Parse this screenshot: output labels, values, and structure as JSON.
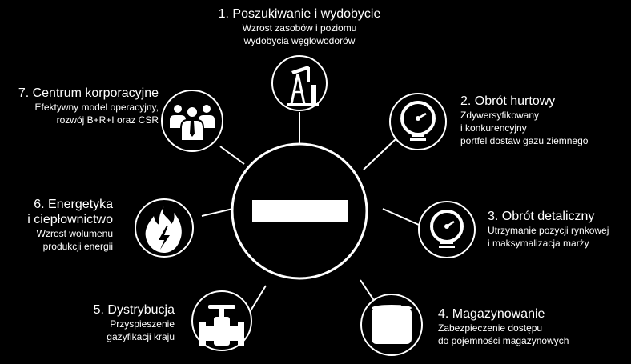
{
  "diagram": {
    "center_label": "",
    "colors": {
      "background": "#000000",
      "foreground": "#ffffff",
      "center_bar": "#ffffff"
    },
    "nodes": [
      {
        "id": "exploration",
        "title": "1. Poszukiwanie i wydobycie",
        "line1": "Wzrost zasobów i poziomu",
        "line2": "wydobycia węglowodorów",
        "icon": "oil-pump-icon"
      },
      {
        "id": "wholesale",
        "title": "2. Obrót hurtowy",
        "line1": "Zdywersyfikowany",
        "line2": "i konkurencyjny",
        "line3": "portfel dostaw gazu ziemnego",
        "icon": "pressure-gauge-icon"
      },
      {
        "id": "retail",
        "title": "3. Obrót detaliczny",
        "line1": "Utrzymanie pozycji rynkowej",
        "line2": "i maksymalizacja marży",
        "icon": "pressure-gauge-icon"
      },
      {
        "id": "storage",
        "title": "4. Magazynowanie",
        "line1": "Zabezpieczenie dostępu",
        "line2": "do pojemności magazynowych",
        "icon": "storage-tank-icon"
      },
      {
        "id": "distribution",
        "title": "5. Dystrybucja",
        "line1": "Przyspieszenie",
        "line2": "gazyfikacji kraju",
        "icon": "pipeline-valve-icon"
      },
      {
        "id": "energy",
        "title_line1": "6. Energetyka",
        "title_line2": "i ciepłownictwo",
        "line1": "Wzrost wolumenu",
        "line2": "produkcji energii",
        "icon": "flame-lightning-icon"
      },
      {
        "id": "corporate",
        "title": "7. Centrum korporacyjne",
        "line1": "Efektywny model operacyjny,",
        "line2": "rozwój B+R+I oraz CSR",
        "icon": "people-group-icon"
      }
    ]
  }
}
